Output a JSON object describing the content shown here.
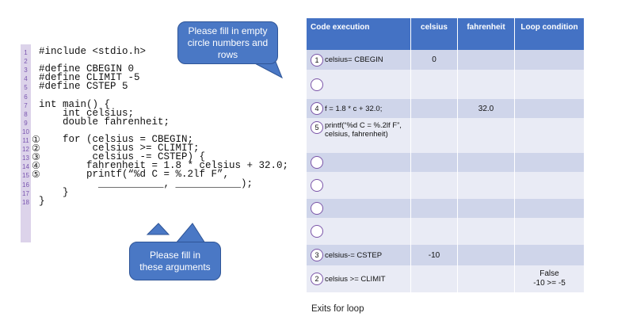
{
  "code": {
    "line_numbers": [
      "1",
      "2",
      "3",
      "4",
      "5",
      "6",
      "7",
      "8",
      "9",
      "10",
      "11",
      "12",
      "13",
      "14",
      "15",
      "16",
      "17",
      "18"
    ],
    "lines": [
      "#include <stdio.h>",
      "",
      "#define CBEGIN 0",
      "#define CLIMIT -5",
      "#define CSTEP 5",
      "",
      "int main() {",
      "    int celsius;",
      "    double fahrenheit;",
      "",
      "    for (celsius = CBEGIN;",
      "         celsius >= CLIMIT;",
      "         celsius -= CSTEP) {",
      "        fahrenheit = 1.8 * celsius + 32.0;",
      "        printf(“%d C = %.2lf F”,",
      "          ___________, ___________);",
      "    }",
      "}"
    ],
    "circled_numbers": [
      "①",
      "②",
      "③",
      "④",
      "⑤"
    ]
  },
  "callouts": {
    "top": [
      "Please fill in empty",
      "circle numbers and",
      "rows"
    ],
    "bottom": [
      "Please fill in",
      "these arguments"
    ]
  },
  "table": {
    "headers": [
      "Code execution",
      "celsius",
      "fahrenheit",
      "Loop condition"
    ],
    "rows": [
      {
        "num": "1",
        "text": "celsius= CBEGIN",
        "celsius": "0",
        "fahrenheit": "",
        "cond": ""
      },
      {
        "num": "",
        "text": "",
        "celsius": "",
        "fahrenheit": "",
        "cond": ""
      },
      {
        "num": "4",
        "text": "f = 1.8 * c + 32.0;",
        "celsius": "",
        "fahrenheit": "32.0",
        "cond": ""
      },
      {
        "num": "5",
        "text": "printf(“%d C = %.2lf F”, celsius, fahrenheit)",
        "celsius": "",
        "fahrenheit": "",
        "cond": ""
      },
      {
        "num": "",
        "text": "",
        "celsius": "",
        "fahrenheit": "",
        "cond": ""
      },
      {
        "num": "",
        "text": "",
        "celsius": "",
        "fahrenheit": "",
        "cond": ""
      },
      {
        "num": "",
        "text": "",
        "celsius": "",
        "fahrenheit": "",
        "cond": ""
      },
      {
        "num": "",
        "text": "",
        "celsius": "",
        "fahrenheit": "",
        "cond": ""
      },
      {
        "num": "3",
        "text": "celsius-= CSTEP",
        "celsius": "-10",
        "fahrenheit": "",
        "cond": ""
      },
      {
        "num": "2",
        "text": "celsius >= CLIMIT",
        "celsius": "",
        "fahrenheit": "",
        "cond": "False\n-10 >= -5"
      }
    ],
    "footer": "Exits for loop"
  },
  "colors": {
    "header_blue": "#4472c4",
    "row_dark": "#cfd5ea",
    "row_light": "#e9ebf5",
    "callout_blue": "#4a78c5",
    "circle_border": "#7b55a8",
    "gutter": "#dcd3ea"
  }
}
